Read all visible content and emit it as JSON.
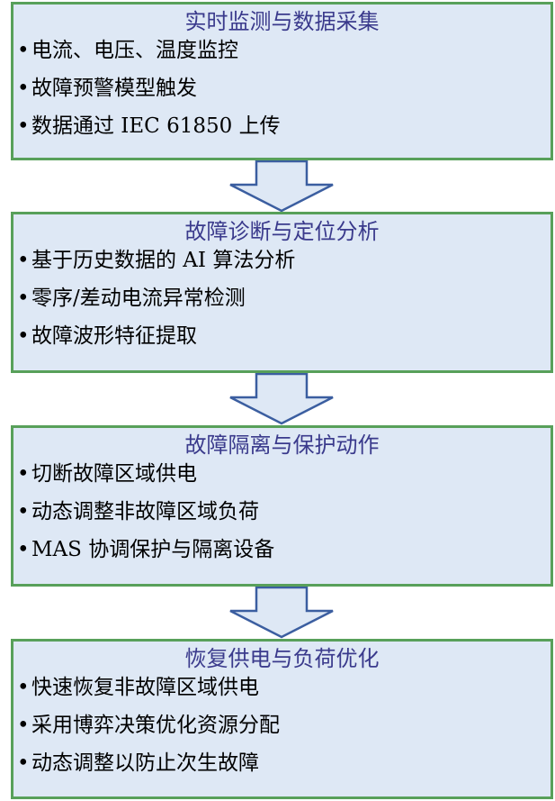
{
  "stages": [
    {
      "title": "实时监测与数据采集",
      "items": [
        "电流、电压、温度监控",
        "故障预警模型触发",
        "数据通过 IEC 61850 上传"
      ]
    },
    {
      "title": "故障诊断与定位分析",
      "items": [
        "基于历史数据的 AI 算法分析",
        "零序/差动电流异常检测",
        "故障波形特征提取"
      ]
    },
    {
      "title": "故障隔离与保护动作",
      "items": [
        "切断故障区域供电",
        "动态调整非故障区域负荷",
        "MAS 协调保护与隔离设备"
      ]
    },
    {
      "title": "恢复供电与负荷优化",
      "items": [
        "快速恢复非故障区域供电",
        "采用博弈决策优化资源分配",
        "动态调整以防止次生故障"
      ]
    }
  ],
  "bullet_symbol": "•",
  "colors": {
    "box_fill": "#dee8f5",
    "box_border": "#58a05a",
    "title_text": "#3a3a8c",
    "arrow_fill": "#dee8f5",
    "arrow_border": "#3b5ea0"
  }
}
